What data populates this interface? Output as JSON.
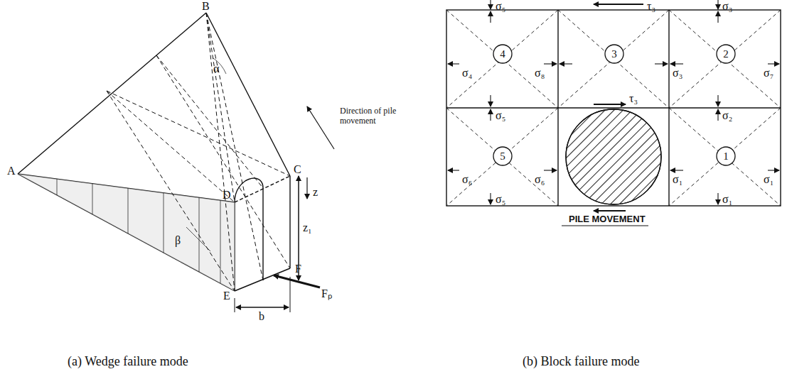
{
  "diagram": {
    "nodes": [
      {
        "text": [
          "4"
        ]
      },
      {
        "text": [
          "3"
        ]
      },
      {
        "text": [
          "2"
        ]
      },
      {
        "text": [
          "5"
        ]
      },
      {
        "text": [
          "1"
        ]
      }
    ],
    "labels": [
      "A",
      "B",
      "C",
      "D",
      "E",
      "F",
      "Fₚ",
      "α",
      "β",
      "z",
      "z₁",
      "b",
      "Direction of pile movement",
      "σ₅",
      "σ₃",
      "σ₄",
      "σ₈",
      "σ₃",
      "σ₇",
      "σ₅",
      "σ₂",
      "σ₆",
      "σ₆",
      "σ₁",
      "σ₁",
      "σ₅",
      "σ₁",
      "τ₃",
      "τ₃",
      "PILE MOVEMENT",
      "(a) Wedge failure mode",
      "(b) Block failure mode"
    ]
  }
}
